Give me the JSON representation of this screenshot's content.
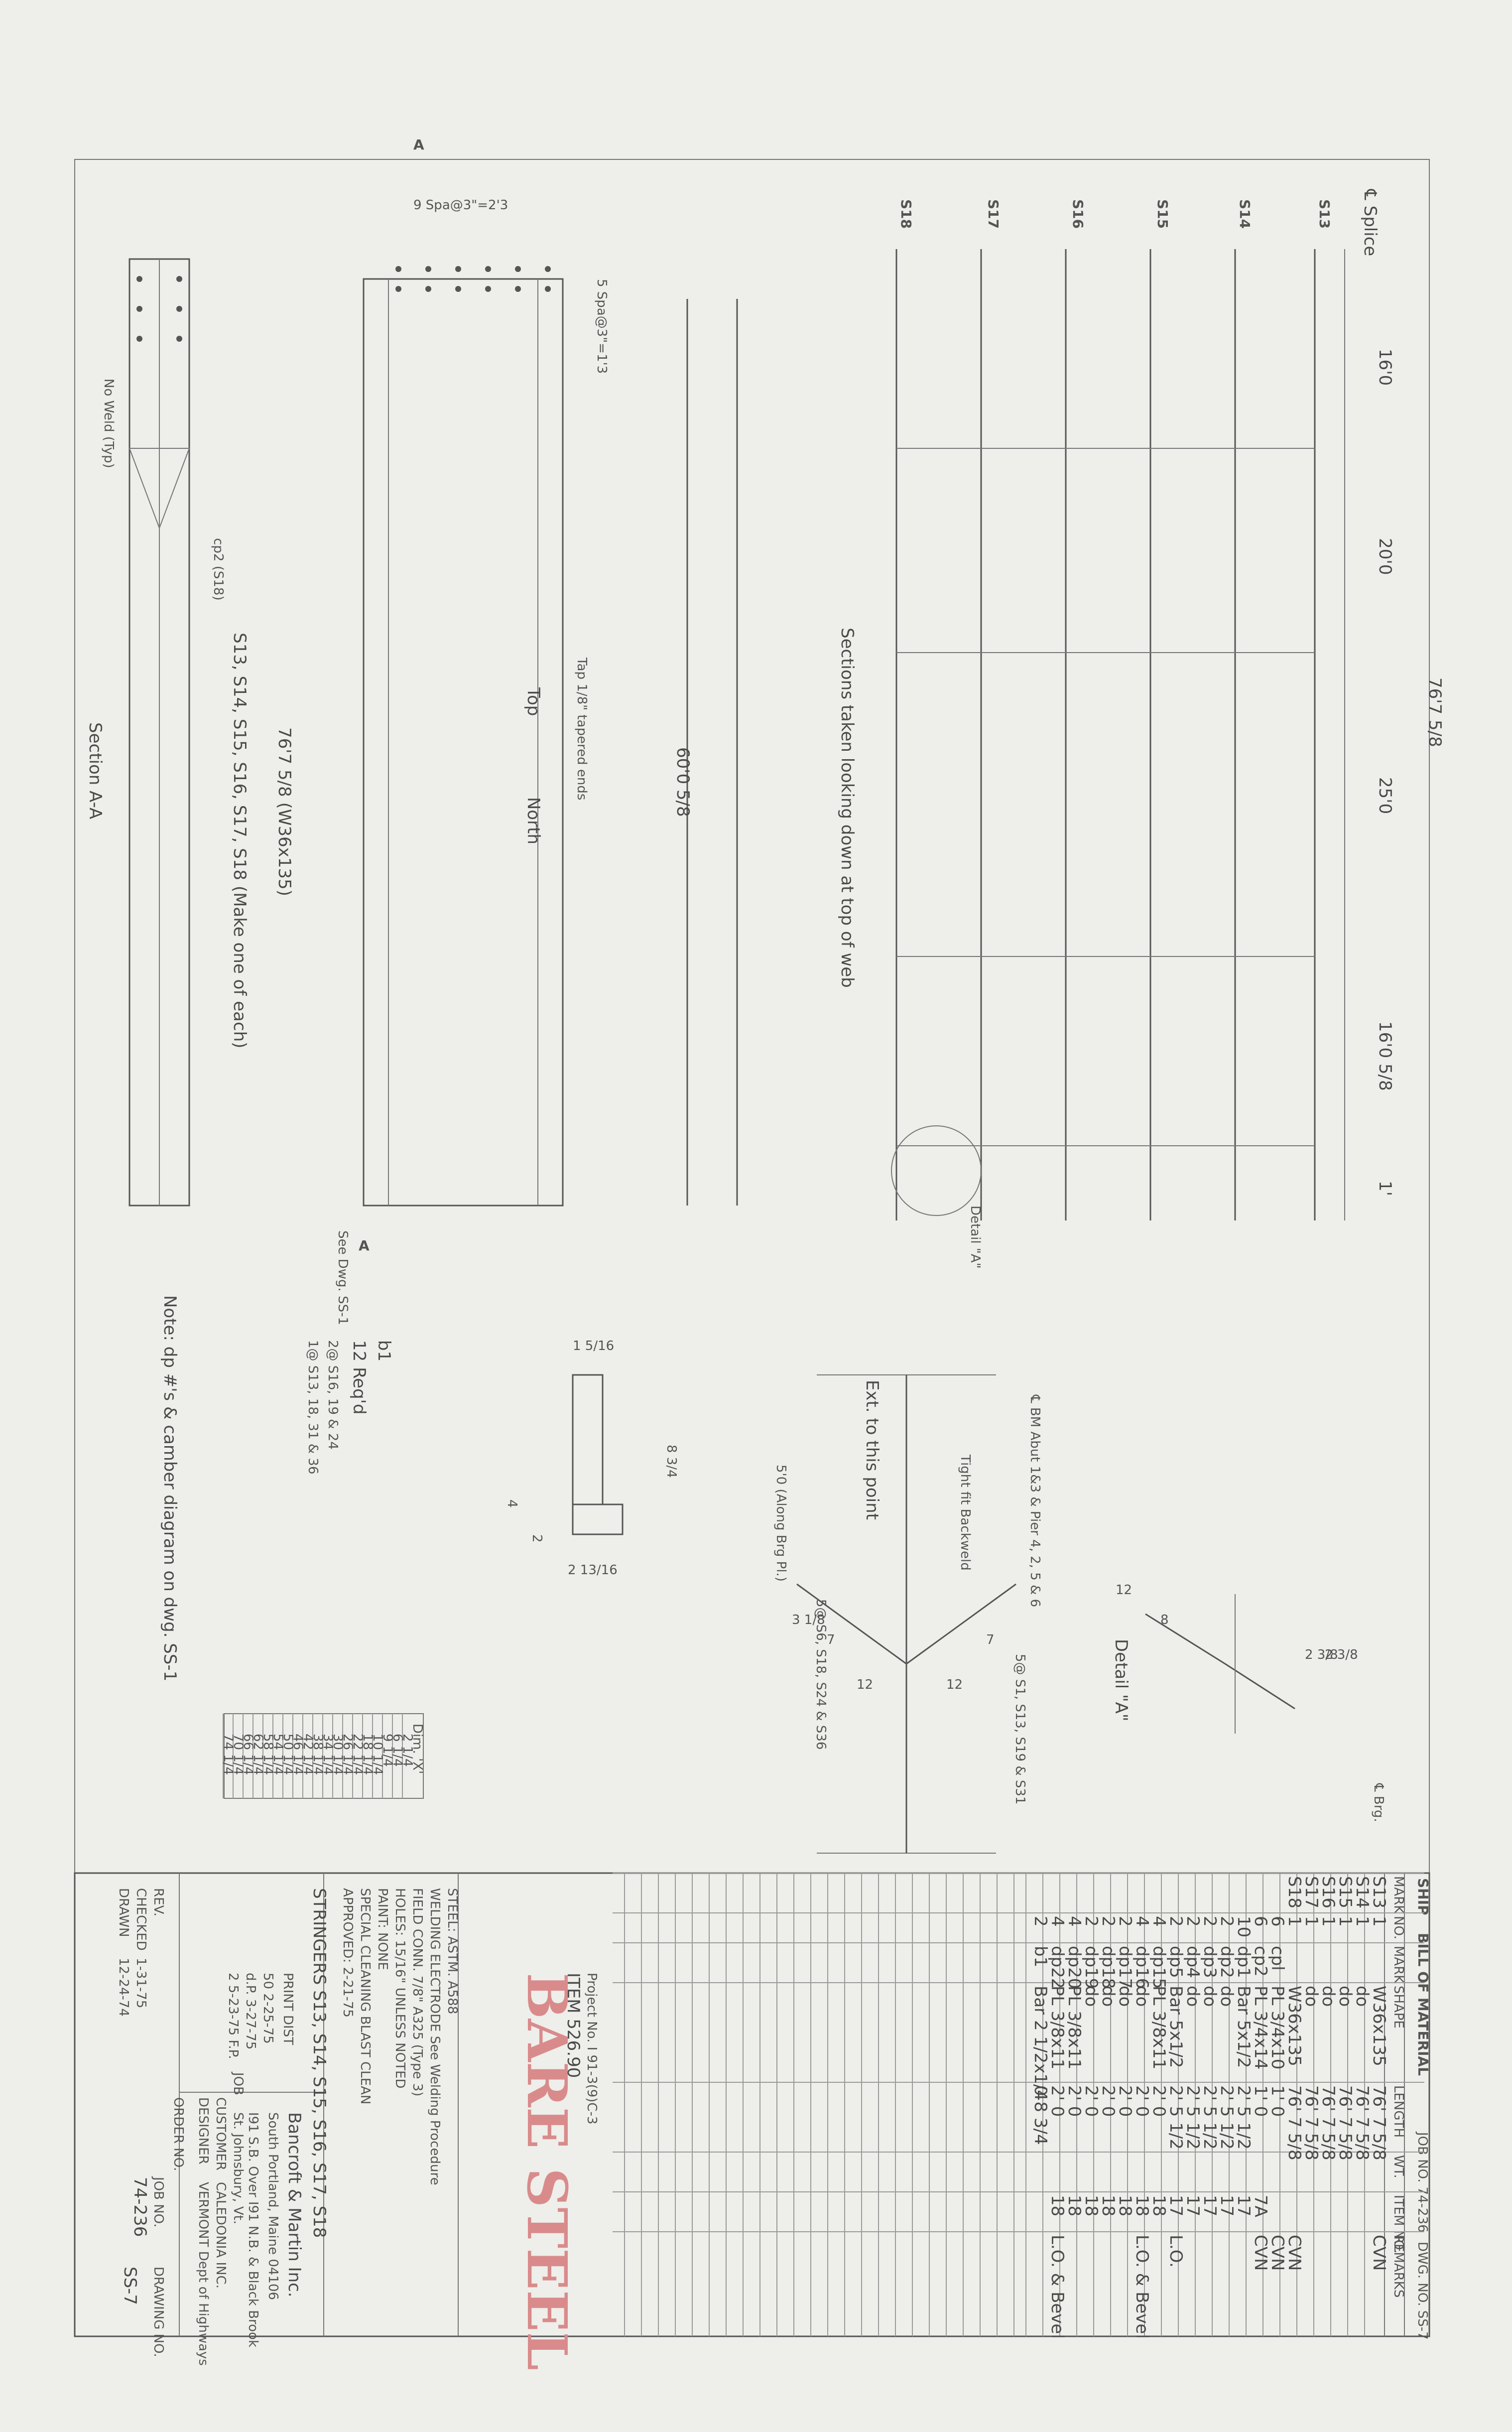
{
  "drawing": {
    "title_block": {
      "title": "STRINGERS S13, S14, S15, S16, S17, S18",
      "company": "Bancroft & Martin Inc.",
      "city": "South Portland, Maine 04106",
      "job_desc": "I91 S.B. Over I91 N.B. & Black Brook",
      "job_location": "St. Johnsbury, Vt.",
      "customer": "CALEDONIA INC.",
      "designer": "VERMONT Dept of Highways",
      "job_no": "74-236",
      "drawing_no": "SS-7",
      "print_dist_label": "PRINT DIST",
      "print_dist_rows": [
        "50 2-25-75",
        "d.P. 3-27-75",
        "2 5-23-75 F.P."
      ],
      "labels": {
        "rev": "REV.",
        "checked": "CHECKED",
        "drawn": "DRAWN",
        "job": "JOB",
        "customer": "CUSTOMER",
        "designer": "DESIGNER",
        "order_no": "ORDER NO.",
        "job_no": "JOB NO.",
        "drawing_no": "DRAWING NO."
      },
      "checked_value": "1-31-75",
      "drawn_value": "12-24-74"
    },
    "notes": {
      "steel": "STEEL: ASTM. A588",
      "welding": "WELDING ELECTRODE See Welding Procedure",
      "field_conn": "FIELD CONN. 7/8\" A325 (Type 3)",
      "holes": "HOLES: 15/16\" UNLESS NOTED",
      "paint": "PAINT: NONE",
      "cleaning": "SPECIAL CLEANING BLAST CLEAN",
      "approved": "APPROVED: 2-21-75",
      "item": "ITEM 526.90",
      "project": "Project No. I 91-3(9)C-3",
      "stamp": "BARE STEEL"
    },
    "bom": {
      "title": "BILL OF MATERIAL",
      "ship_label": "SHIP",
      "job_no_label": "JOB NO. 74-236",
      "dwg_no_label": "DWG. NO. SS-7",
      "headers": [
        "MARK",
        "NO.",
        "MARK",
        "SHAPE",
        "LENGTH",
        "WT.",
        "ITEM NO.",
        "REMARKS"
      ],
      "rows": [
        [
          "S13",
          "1",
          "",
          "W36x135",
          "76' 7 5/8",
          "",
          "",
          "CVN"
        ],
        [
          "S14",
          "1",
          "",
          "do",
          "76' 7 5/8",
          "",
          "",
          ""
        ],
        [
          "S15",
          "1",
          "",
          "do",
          "76' 7 5/8",
          "",
          "",
          ""
        ],
        [
          "S16",
          "1",
          "",
          "do",
          "76' 7 5/8",
          "",
          "",
          ""
        ],
        [
          "S17",
          "1",
          "",
          "do",
          "76' 7 5/8",
          "",
          "",
          ""
        ],
        [
          "S18",
          "1",
          "",
          "W36x135",
          "76' 7 5/8",
          "",
          "",
          "CVN"
        ],
        [
          "",
          "6",
          "cpl",
          "PL 3/4x10",
          "1' 0",
          "",
          "",
          "CVN"
        ],
        [
          "",
          "6",
          "cp2",
          "PL 3/4x14",
          "1' 0",
          "",
          "7A",
          "CVN"
        ],
        [
          "",
          "10",
          "dp1",
          "Bar 5x1/2",
          "2' 5 1/2",
          "",
          "17",
          ""
        ],
        [
          "",
          "2",
          "dp2",
          "do",
          "2' 5 1/2",
          "",
          "17",
          ""
        ],
        [
          "",
          "2",
          "dp3",
          "do",
          "2' 5 1/2",
          "",
          "17",
          ""
        ],
        [
          "",
          "2",
          "dp4",
          "do",
          "2' 5 1/2",
          "",
          "17",
          ""
        ],
        [
          "",
          "2",
          "dp5",
          "Bar 5x1/2",
          "2' 5 1/2",
          "",
          "17",
          "L.O."
        ],
        [
          "",
          "4",
          "dp15",
          "PL 3/8x11",
          "2' 0",
          "",
          "18",
          ""
        ],
        [
          "",
          "4",
          "dp16",
          "do",
          "2' 0",
          "",
          "18",
          "L.O. & Bevel"
        ],
        [
          "",
          "2",
          "dp17",
          "do",
          "2' 0",
          "",
          "18",
          ""
        ],
        [
          "",
          "2",
          "dp18",
          "do",
          "2' 0",
          "",
          "18",
          ""
        ],
        [
          "",
          "2",
          "dp19",
          "do",
          "2' 0",
          "",
          "18",
          ""
        ],
        [
          "",
          "4",
          "dp20",
          "PL 3/8x11",
          "2' 0",
          "",
          "18",
          ""
        ],
        [
          "",
          "4",
          "dp22",
          "PL 3/8x11",
          "2' 0",
          "",
          "18",
          "L.O. & Bevel"
        ],
        [
          "",
          "2",
          "b1",
          "Bar 2 1/2x1/4",
          "0 8 3/4",
          "",
          "",
          ""
        ]
      ]
    },
    "dim_x_table": {
      "title": "Dim. 'X'",
      "values": [
        "2 1/4",
        "6 1/4",
        "9 1/4",
        "10 1/4",
        "18 1/4",
        "22 1/4",
        "26 1/4",
        "30 1/4",
        "34 1/4",
        "38 1/4",
        "42 1/4",
        "46 1/4",
        "50 1/4",
        "54 1/4",
        "58 1/4",
        "62 1/4",
        "66 1/4",
        "70 1/4",
        "74 1/4"
      ]
    },
    "stringers": [
      "S13",
      "S14",
      "S15",
      "S16",
      "S17",
      "S18"
    ],
    "plan": {
      "dims": [
        "16'0",
        "20'0",
        "25'0",
        "16'0 5/8",
        "1'",
        "76'7 5/8"
      ],
      "centerline": "℄ Splice",
      "note": "Sections taken looking down at top of web",
      "detail": "Detail \"A\""
    },
    "elevation": {
      "labels": [
        "A",
        "A",
        "60'0 5/8",
        "76'7 5/8 (W36x135)",
        "S13, S14, S15, S16, S17, S18 (Make one of each)",
        "Top",
        "North",
        "Tap 1/8\" tapered ends",
        "See Dwg. SS-1",
        "9 Spa@3\"=2'3",
        "5 Spa@3\"=1'3"
      ]
    },
    "section": {
      "title": "Section A-A",
      "no_weld": "No Weld (Typ)",
      "cp_label": "cp2 (S18)"
    },
    "detail_b1": {
      "title": "b1",
      "req": "12 Req'd",
      "lines": [
        "2@ S16, 19 & 24",
        "1@ S13, 18, 31 & 36"
      ],
      "dims": [
        "1 5/16",
        "8 3/4",
        "4",
        "2",
        "2 13/16"
      ]
    },
    "detail_a": {
      "title": "Detail \"A\"",
      "tight_fit": "Tight fit Backweld",
      "ext": "Ext. to this point",
      "along": "5'0 (Along Brg Pl.)",
      "dims": [
        "7",
        "12",
        "12",
        "7",
        "3 1/8"
      ],
      "notes": [
        "5@ S1, S13, S19 & S31",
        "5@ S6, S18, S24 & S36"
      ]
    },
    "detail_bevel": {
      "abut": "℄ BM Abut 1&3 & Pier 4, 2, 5 & 6",
      "bear": "℄ Brg.",
      "dims": [
        "12",
        "8",
        "2 3/8",
        "2 3/8"
      ]
    },
    "bottom_note": "Note: dp #'s & camber diagram on dwg. SS-1",
    "colors": {
      "paper": "#eeeeea",
      "ink": "#555555",
      "stamp": "#d98b8b"
    }
  }
}
